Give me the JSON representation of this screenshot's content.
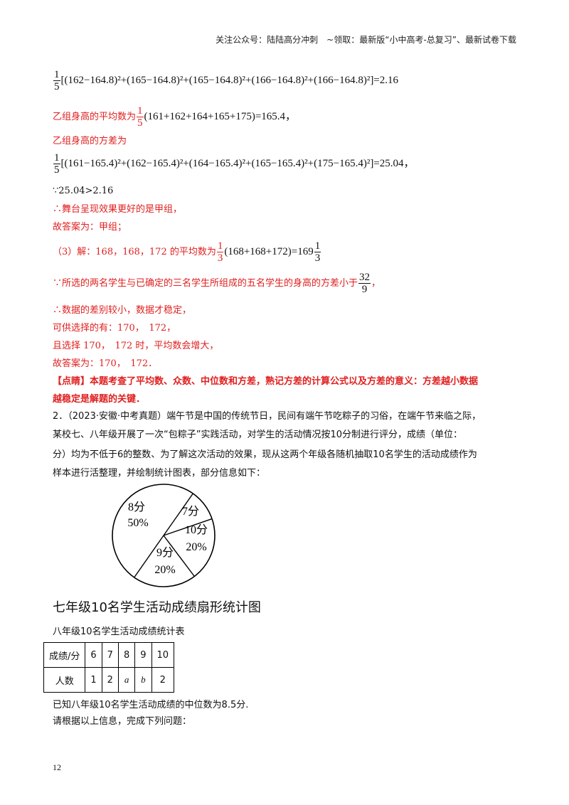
{
  "header": {
    "text": "关注公众号：陆陆高分冲刺　~领取：最新版“小中高考-总复习”、最新试卷下载"
  },
  "line1": {
    "coef_num": "1",
    "coef_den": "5",
    "expr": "[(162−164.8)²+(165−164.8)²+(165−164.8)²+(166−164.8)²+(166−164.8)²]=2.16"
  },
  "line2": {
    "prefix": "乙组身高的平均数为",
    "coef_num": "1",
    "coef_den": "5",
    "expr": "(161+162+164+165+175)=165.4，"
  },
  "line3": {
    "text": "乙组身高的方差为"
  },
  "line4": {
    "coef_num": "1",
    "coef_den": "5",
    "expr": "[(161−165.4)²+(162−165.4)²+(164−165.4)²+(165−165.4)²+(175−165.4)²]=25.04，"
  },
  "line5": {
    "text": "∵25.04>2.16"
  },
  "line6": {
    "text": "∴舞台呈现效果更好的是甲组，"
  },
  "line7": {
    "text": "故答案为：甲组；"
  },
  "line8": {
    "prefix": "（3）解：168，168，172 的平均数为",
    "coef_num": "1",
    "coef_den": "3",
    "expr": "(168+168+172)=169",
    "mixed_num": "1",
    "mixed_den": "3"
  },
  "line9": {
    "prefix": "∵所选的两名学生与已确定的三名学生所组成的五名学生的身高的方差小于",
    "frac_num": "32",
    "frac_den": "9",
    "suffix": "，"
  },
  "line10": {
    "text": "∴数据的差别较小，数据才稳定，"
  },
  "line11": {
    "text": "可供选择的有：170，　172，"
  },
  "line12": {
    "text": "且选择 170，　172 时，平均数会增大，"
  },
  "line13": {
    "text": "故答案为：170，　172．"
  },
  "comment": {
    "tag": "【点睛】",
    "text1": "本题考查了平均数、众数、中位数和方差，熟记方差的计算公式以及方差的意义：方差越小数据",
    "text2": "越稳定是解题的关键．"
  },
  "q2": {
    "l1": "2．（2023·安徽·中考真题）端午节是中国的传统节日，民间有端午节吃粽子的习俗，在端午节来临之际，",
    "l2": "某校七、八年级开展了一次“包粽子”实践活动，对学生的活动情况按10分制进行评分，成绩（单位：",
    "l3": "分）均为不低于6的整数、为了解这次活动的效果，现从这两个年级各随机抽取10名学生的活动成绩作为",
    "l4": "样本进行活整理，并绘制统计图表，部分信息如下："
  },
  "pie": {
    "labels": [
      {
        "name": "8分",
        "pct": "50%"
      },
      {
        "name": "7分",
        "pct": ""
      },
      {
        "name": "10分",
        "pct": "20%"
      },
      {
        "name": "9分",
        "pct": "20%"
      }
    ],
    "title": "七年级10名学生活动成绩扇形统计图"
  },
  "chart_data": {
    "type": "pie",
    "title": "七年级10名学生活动成绩扇形统计图",
    "categories": [
      "8分",
      "7分",
      "10分",
      "9分"
    ],
    "values": [
      50,
      10,
      20,
      20
    ]
  },
  "table": {
    "caption": "八年级10名学生活动成绩统计表",
    "row1": [
      "成绩/分",
      "6",
      "7",
      "8",
      "9",
      "10"
    ],
    "row2": [
      "人数",
      "1",
      "2",
      "a",
      "b",
      "2"
    ]
  },
  "tail": {
    "l1": "已知八年级10名学生活动成绩的中位数为8.5分.",
    "l2": "请根据以上信息，完成下列问题："
  },
  "page_number": "12"
}
